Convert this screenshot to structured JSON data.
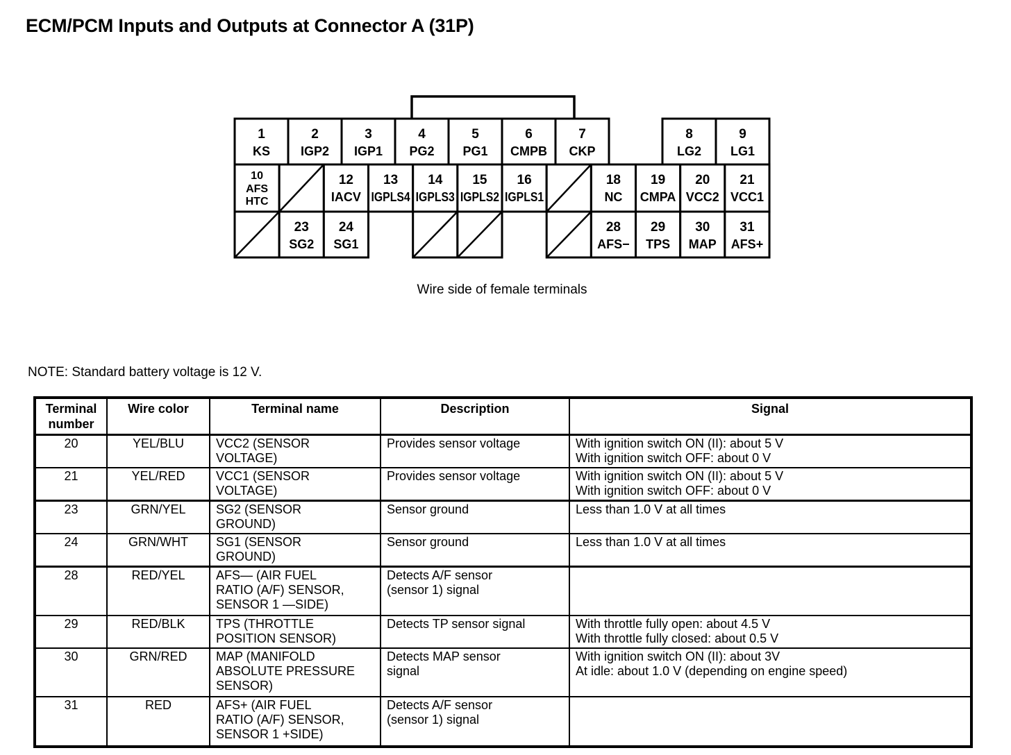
{
  "page": {
    "title": "ECM/PCM Inputs and Outputs at Connector A (31P)",
    "note": "NOTE: Standard battery voltage is 12 V."
  },
  "connector": {
    "caption": "Wire side of female terminals",
    "rows": [
      [
        {
          "t": "cell",
          "n": "1",
          "l": "KS"
        },
        {
          "t": "cell",
          "n": "2",
          "l": "IGP2"
        },
        {
          "t": "cell",
          "n": "3",
          "l": "IGP1"
        },
        {
          "t": "cell",
          "n": "4",
          "l": "PG2"
        },
        {
          "t": "cell",
          "n": "5",
          "l": "PG1"
        },
        {
          "t": "cell",
          "n": "6",
          "l": "CMPB"
        },
        {
          "t": "cell",
          "n": "7",
          "l": "CKP"
        },
        {
          "t": "gap"
        },
        {
          "t": "cell",
          "n": "8",
          "l": "LG2"
        },
        {
          "t": "cell",
          "n": "9",
          "l": "LG1"
        }
      ],
      [
        {
          "t": "cell",
          "n": "10",
          "l": "AFS\nHTC"
        },
        {
          "t": "diag"
        },
        {
          "t": "cell",
          "n": "12",
          "l": "IACV"
        },
        {
          "t": "cell",
          "n": "13",
          "l": "IGPLS4"
        },
        {
          "t": "cell",
          "n": "14",
          "l": "IGPLS3"
        },
        {
          "t": "cell",
          "n": "15",
          "l": "IGPLS2"
        },
        {
          "t": "cell",
          "n": "16",
          "l": "IGPLS1"
        },
        {
          "t": "diag"
        },
        {
          "t": "cell",
          "n": "18",
          "l": "NC"
        },
        {
          "t": "cell",
          "n": "19",
          "l": "CMPA"
        },
        {
          "t": "cell",
          "n": "20",
          "l": "VCC2"
        },
        {
          "t": "cell",
          "n": "21",
          "l": "VCC1"
        }
      ],
      [
        {
          "t": "diag"
        },
        {
          "t": "cell",
          "n": "23",
          "l": "SG2"
        },
        {
          "t": "cell",
          "n": "24",
          "l": "SG1"
        },
        {
          "t": "gap"
        },
        {
          "t": "diag"
        },
        {
          "t": "diag"
        },
        {
          "t": "gap"
        },
        {
          "t": "diag"
        },
        {
          "t": "cell",
          "n": "28",
          "l": "AFS−"
        },
        {
          "t": "cell",
          "n": "29",
          "l": "TPS"
        },
        {
          "t": "cell",
          "n": "30",
          "l": "MAP"
        },
        {
          "t": "cell",
          "n": "31",
          "l": "AFS+"
        }
      ]
    ]
  },
  "table": {
    "headers": [
      "Terminal\nnumber",
      "Wire color",
      "Terminal name",
      "Description",
      "Signal"
    ],
    "rows": [
      {
        "terminal": "20",
        "wire": "YEL/BLU",
        "name": "VCC2 (SENSOR\nVOLTAGE)",
        "desc": "Provides sensor voltage",
        "signal": "With ignition switch ON (II): about 5 V\nWith ignition switch OFF: about 0 V"
      },
      {
        "terminal": "21",
        "wire": "YEL/RED",
        "name": "VCC1 (SENSOR\nVOLTAGE)",
        "desc": "Provides sensor voltage",
        "signal": "With ignition switch ON (II): about 5 V\nWith ignition switch OFF: about 0 V"
      },
      {
        "terminal": "23",
        "wire": "GRN/YEL",
        "name": "SG2 (SENSOR\nGROUND)",
        "desc": "Sensor ground",
        "signal": "Less than 1.0 V at all times"
      },
      {
        "terminal": "24",
        "wire": "GRN/WHT",
        "name": "SG1 (SENSOR\nGROUND)",
        "desc": "Sensor ground",
        "signal": "Less than 1.0 V at all times"
      },
      {
        "terminal": "28",
        "wire": "RED/YEL",
        "name": "AFS— (AIR FUEL\nRATIO (A/F) SENSOR,\nSENSOR 1 —SIDE)",
        "desc": "Detects A/F sensor\n(sensor 1) signal",
        "signal": ""
      },
      {
        "terminal": "29",
        "wire": "RED/BLK",
        "name": "TPS (THROTTLE\nPOSITION SENSOR)",
        "desc": "Detects TP sensor signal",
        "signal": "With throttle fully open: about 4.5 V\nWith throttle fully closed: about 0.5 V"
      },
      {
        "terminal": "30",
        "wire": "GRN/RED",
        "name": "MAP (MANIFOLD\nABSOLUTE PRESSURE\nSENSOR)",
        "desc": "Detects MAP sensor\nsignal",
        "signal": "With ignition switch ON (II): about 3V\nAt idle: about 1.0 V (depending on engine speed)"
      },
      {
        "terminal": "31",
        "wire": "RED",
        "name": "AFS+ (AIR FUEL\nRATIO (A/F) SENSOR,\nSENSOR 1 +SIDE)",
        "desc": "Detects A/F sensor\n(sensor 1) signal",
        "signal": ""
      }
    ]
  }
}
